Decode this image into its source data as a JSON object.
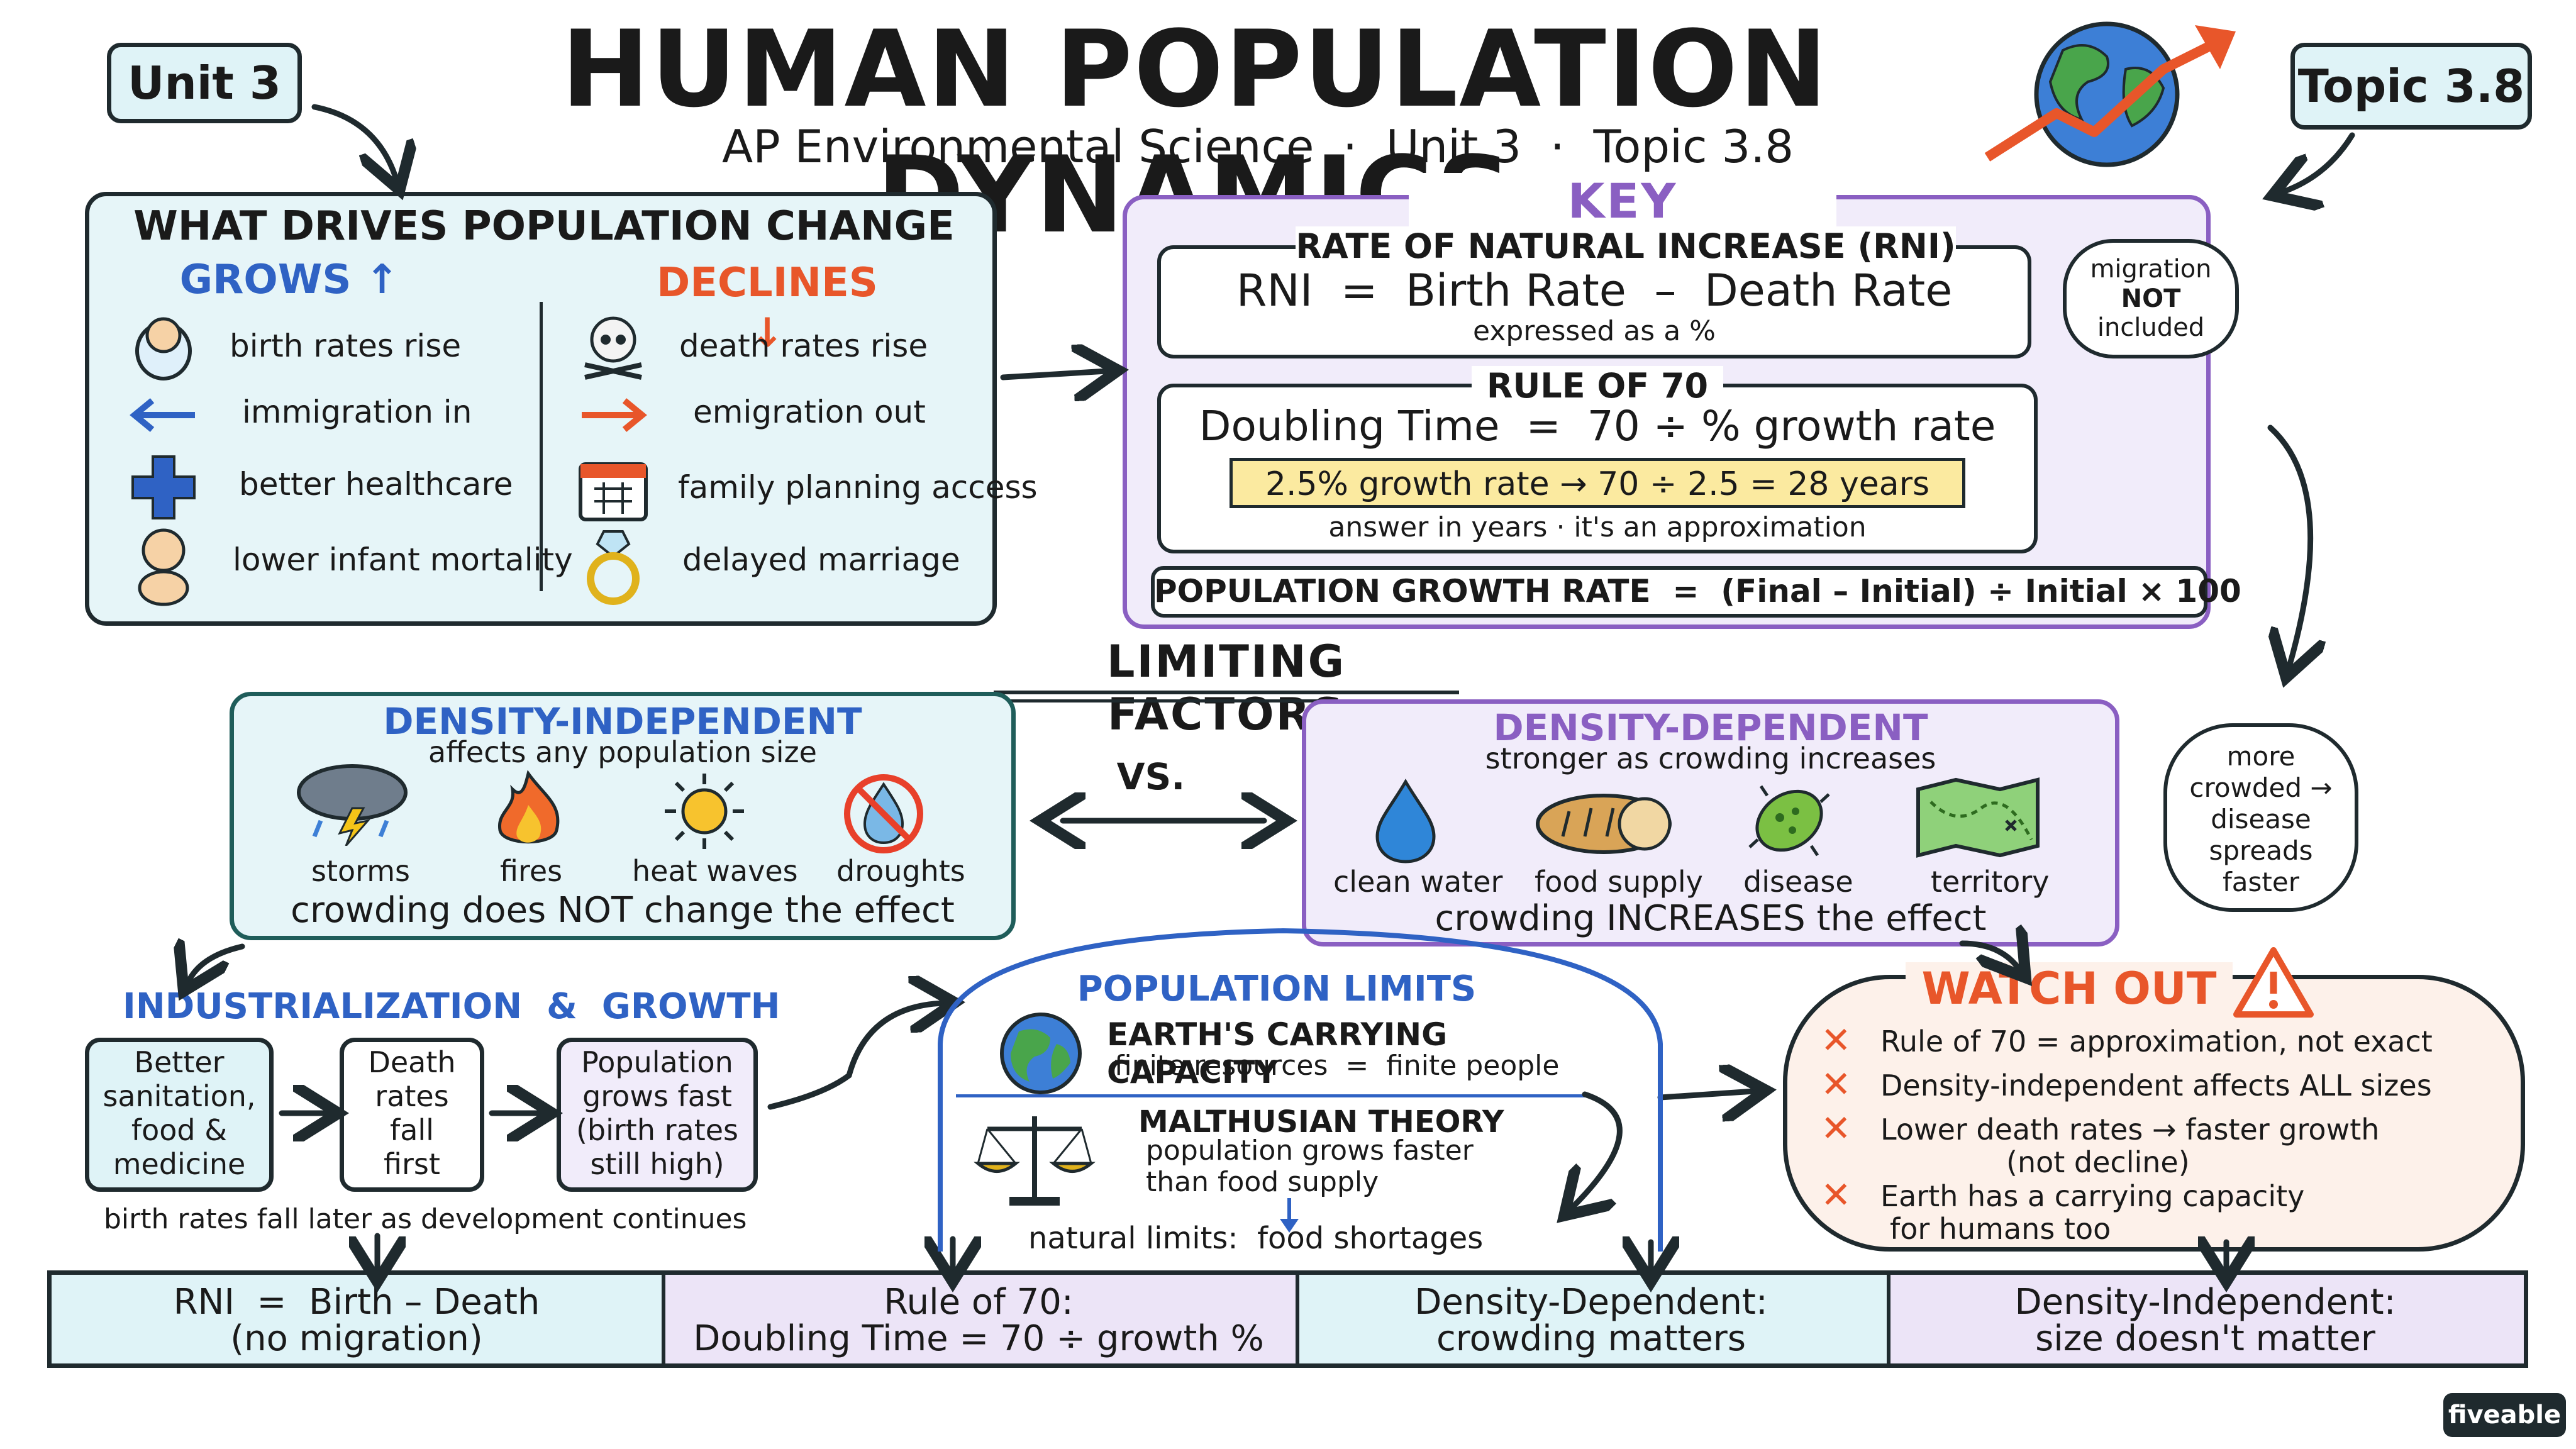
{
  "header": {
    "title": "HUMAN POPULATION DYNAMICS",
    "subtitle": "AP Environmental Science  ·  Unit 3  ·  Topic 3.8",
    "unit_tag": "Unit 3",
    "topic_tag": "Topic 3.8"
  },
  "drivers": {
    "title": "WHAT DRIVES POPULATION CHANGE",
    "grows_title": "GROWS ↑",
    "declines_title": "DECLINES ↓",
    "grows": [
      "birth rates rise",
      "immigration in",
      "better healthcare",
      "lower infant mortality"
    ],
    "declines": [
      "death rates rise",
      "emigration out",
      "family planning access",
      "delayed marriage"
    ]
  },
  "formulas": {
    "title": "KEY FORMULAS",
    "rni_label": "RATE OF NATURAL INCREASE (RNI)",
    "rni_formula": "RNI  =  Birth Rate  –  Death Rate",
    "rni_note": "expressed as a %",
    "migration_bubble": [
      "migration",
      "NOT",
      "included"
    ],
    "rule70_label": "RULE OF 70",
    "rule70_formula": "Doubling Time  =  70 ÷ % growth rate",
    "rule70_example": "2.5% growth rate → 70 ÷ 2.5 = 28 years",
    "rule70_note": "answer in years  ·  it's an approximation",
    "growth_rate": "POPULATION GROWTH RATE  =  (Final – Initial) ÷ Initial × 100"
  },
  "limiting": {
    "title": "LIMITING FACTORS",
    "vs": "VS.",
    "independent": {
      "title": "DENSITY-INDEPENDENT",
      "subtitle": "affects any population size",
      "items": [
        "storms",
        "fires",
        "heat waves",
        "droughts"
      ],
      "footer": "crowding does NOT change the effect"
    },
    "dependent": {
      "title": "DENSITY-DEPENDENT",
      "subtitle": "stronger as crowding increases",
      "items": [
        "clean water",
        "food supply",
        "disease",
        "territory"
      ],
      "footer": "crowding INCREASES the effect"
    },
    "crowd_bubble": [
      "more",
      "crowded →",
      "disease",
      "spreads",
      "faster"
    ]
  },
  "industrialization": {
    "title": "INDUSTRIALIZATION  &  GROWTH",
    "steps": [
      [
        "Better",
        "sanitation,",
        "food &",
        "medicine"
      ],
      [
        "Death",
        "rates",
        "fall",
        "first"
      ],
      [
        "Population",
        "grows fast",
        "(birth rates",
        "still high)"
      ]
    ],
    "note": "birth rates fall later as development continues"
  },
  "limits": {
    "title": "POPULATION LIMITS",
    "capacity_title": "EARTH'S CARRYING CAPACITY",
    "capacity_note": "finite resources  =  finite people",
    "malthus_title": "MALTHUSIAN THEORY",
    "malthus_note": [
      "population grows faster",
      "than food supply"
    ],
    "natural_limits": "natural limits:  food shortages"
  },
  "watch_out": {
    "title": "WATCH OUT",
    "items": [
      [
        "Rule of 70 = approximation, not exact"
      ],
      [
        "Density-independent affects ALL sizes"
      ],
      [
        "Lower death rates → faster growth",
        "(not decline)"
      ],
      [
        "Earth has a carrying capacity",
        "for humans too"
      ]
    ]
  },
  "summary": [
    [
      "RNI  =  Birth – Death",
      "(no migration)"
    ],
    [
      "Rule of 70:",
      "Doubling Time = 70 ÷ growth %"
    ],
    [
      "Density-Dependent:",
      "crowding matters"
    ],
    [
      "Density-Independent:",
      "size doesn't matter"
    ]
  ],
  "brand": "fiveable",
  "colors": {
    "blue": "#2f62c4",
    "orange": "#e8562a",
    "purple": "#8a5fc2",
    "teal_bg": "#e6f5f8",
    "lavender_bg": "#f1ecfa",
    "yellow": "#fbeaa0"
  }
}
